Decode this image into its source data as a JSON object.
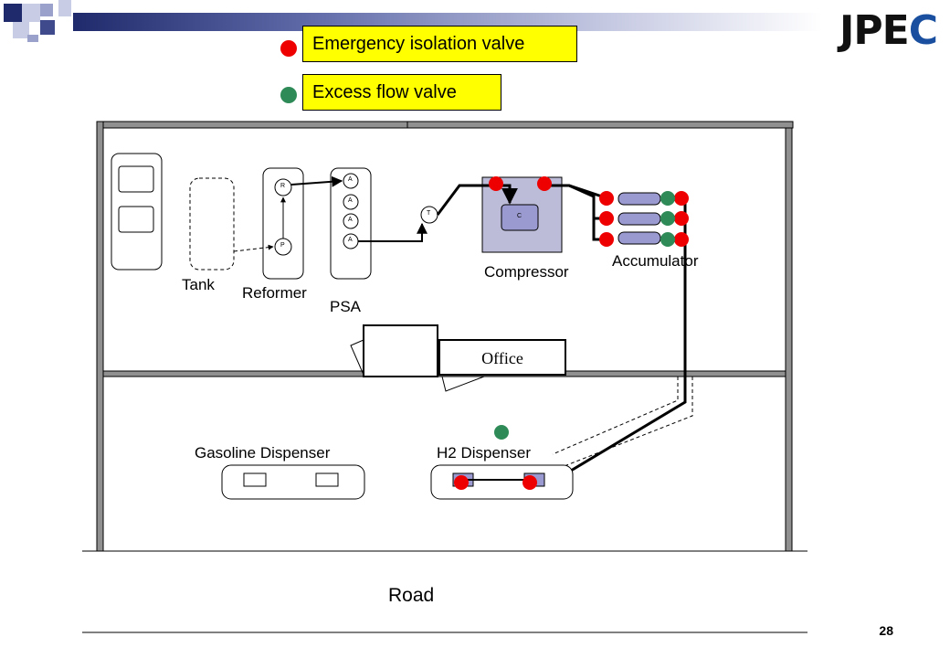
{
  "header": {
    "logo_text": "JPEC",
    "gradient_colors": [
      "#1e2a6b",
      "#c2c6e0"
    ]
  },
  "legend": {
    "items": [
      {
        "label": "Emergency isolation valve",
        "color": "#ee0000"
      },
      {
        "label": "Excess flow valve",
        "color": "#2e8b57"
      }
    ]
  },
  "facility": {
    "tank_label": "Tank",
    "reformer_label": "Reformer",
    "reformer_r": "R",
    "reformer_p": "P",
    "psa_label": "PSA",
    "psa_a": "A",
    "t_label": "T",
    "compressor_label": "Compressor",
    "compressor_c": "C",
    "accumulator_label": "Accumulator",
    "office_label": "Office",
    "gasoline_dispenser_label": "Gasoline Dispenser",
    "h2_dispenser_label": "H2 Dispenser",
    "road_label": "Road"
  },
  "colors": {
    "valve_red": "#ee0000",
    "valve_green": "#2e8b57",
    "compressor_fill": "#bcbcd8",
    "accumulator_fill": "#9a9ad0"
  },
  "footer": {
    "page_number": "28"
  }
}
